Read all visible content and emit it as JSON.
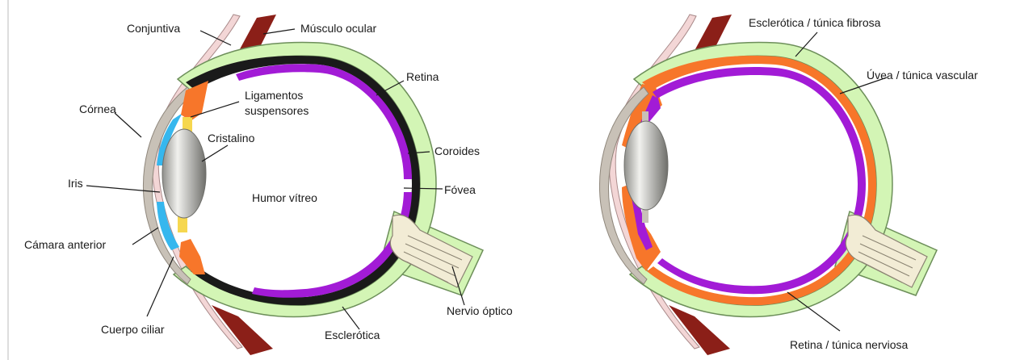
{
  "left_diagram": {
    "labels": {
      "conjuntiva": "Conjuntiva",
      "musculo": "Músculo ocular",
      "retina": "Retina",
      "ligamentos_1": "Ligamentos",
      "ligamentos_2": "suspensores",
      "cornea": "Córnea",
      "cristalino": "Cristalino",
      "coroides": "Coroides",
      "iris": "Iris",
      "humor": "Humor vítreo",
      "fovea": "Fóvea",
      "camara": "Cámara anterior",
      "cuerpo": "Cuerpo ciliar",
      "nervio": "Nervio óptico",
      "esclerotica": "Esclerótica"
    }
  },
  "right_diagram": {
    "labels": {
      "fibrosa": "Esclerótica / túnica fibrosa",
      "vascular": "Úvea / túnica vascular",
      "nerviosa": "Retina / túnica nerviosa"
    }
  },
  "colors": {
    "sclera": "#d3f5b5",
    "sclera_edge": "#6d8f5a",
    "choroid": "#1a1a1a",
    "retina": "#a21bd6",
    "uvea": "#f7762a",
    "cornea": "#c8c1b7",
    "iris": "#36b7ee",
    "ligament": "#f6d74f",
    "lens": "#b5b5b1",
    "muscle": "#8b1f18",
    "conjunctiva": "#f3d6d6",
    "nerve": "#f2ecd5"
  }
}
